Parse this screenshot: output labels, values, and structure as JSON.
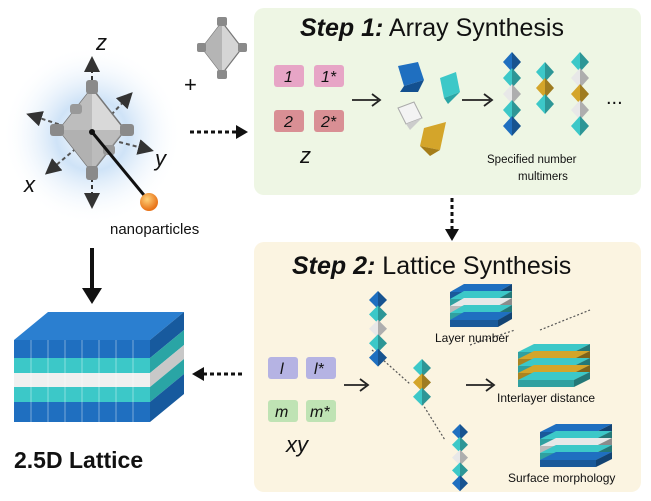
{
  "step1": {
    "title_bold": "Step 1:",
    "title_rest": " Array Synthesis",
    "sticker_labels": [
      "1",
      "1*",
      "2",
      "2*"
    ],
    "axis_label": "z",
    "ellipsis": "...",
    "caption_line1": "Specified number",
    "caption_line2": "multimers"
  },
  "step2": {
    "title_bold": "Step 2:",
    "title_rest": " Lattice Synthesis",
    "sticker_labels": [
      "l",
      "l*",
      "m",
      "m*"
    ],
    "axis_label": "xy",
    "labels": {
      "layer_number": "Layer number",
      "interlayer_distance": "Interlayer distance",
      "surface_morphology": "Surface morphology"
    }
  },
  "left": {
    "axis_x": "x",
    "axis_y": "y",
    "axis_z": "z",
    "plus": "+",
    "nanoparticles_label": "nanoparticles",
    "lattice_label": "2.5D Lattice"
  },
  "colors": {
    "panel1_bg": "#eef6e4",
    "panel2_bg": "#fbf4e1",
    "blue": "#1f6fc0",
    "cyan": "#3cc8c8",
    "gold": "#d4a52a",
    "white_oct": "#e8e8e8",
    "pink": "#e7a5c6",
    "rose": "#d98f94",
    "lavender": "#b5b3e3",
    "mint": "#bfe3b4"
  }
}
